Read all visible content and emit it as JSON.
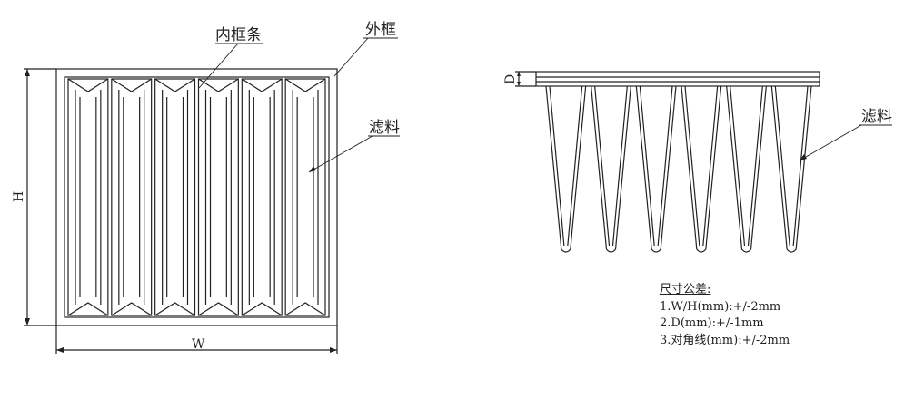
{
  "front_view": {
    "labels": {
      "inner_frame_strip": "内框条",
      "outer_frame": "外框",
      "filter_media": "滤料",
      "width": "W",
      "height": "H"
    },
    "bag_count": 6
  },
  "side_view": {
    "labels": {
      "filter_media": "滤料",
      "depth": "D"
    },
    "bag_count": 6
  },
  "tolerance_notes": {
    "title": "尺寸公差:",
    "items": [
      "1.W/H(mm):+/-2mm",
      "2.D(mm):+/-1mm",
      "3.对角线(mm):+/-2mm"
    ]
  },
  "colors": {
    "line": "#222222",
    "background": "#ffffff"
  }
}
